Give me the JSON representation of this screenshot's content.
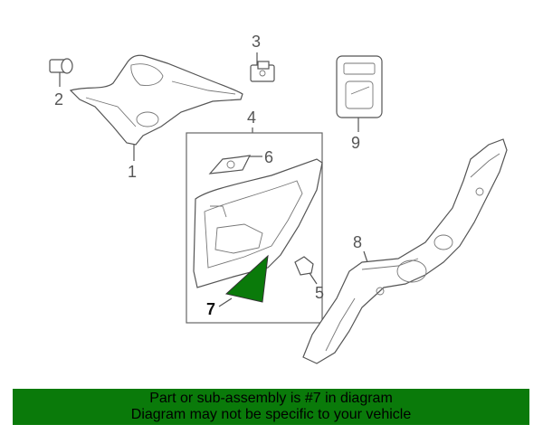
{
  "diagram": {
    "callouts": [
      "1",
      "2",
      "3",
      "4",
      "5",
      "6",
      "7",
      "8",
      "9"
    ],
    "highlighted_part": "7"
  },
  "banner": {
    "line1": "Part or sub-assembly is #7 in diagram",
    "line2": "Diagram may not be specific to your vehicle"
  },
  "colors": {
    "highlight": "#0a7a0a",
    "line": "#555555"
  }
}
